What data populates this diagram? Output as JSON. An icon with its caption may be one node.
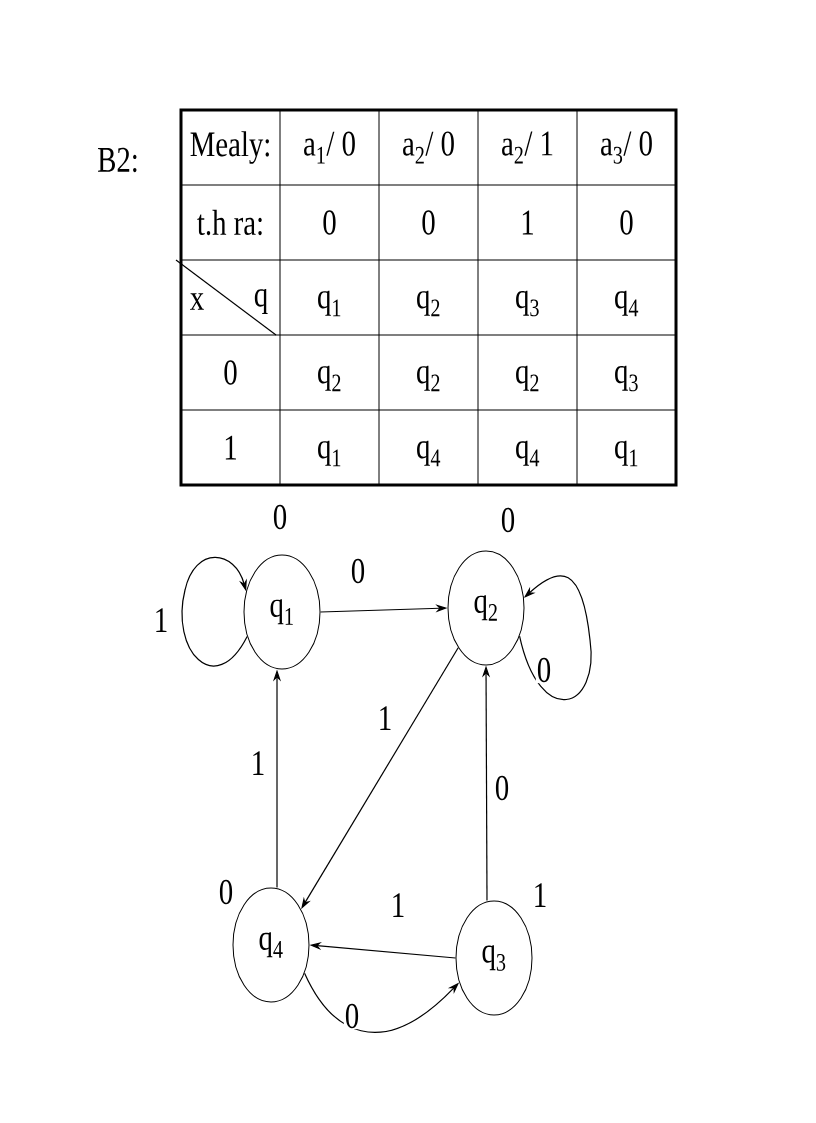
{
  "diagram": {
    "nodes": [
      {
        "text": [
          "q$_{1}$"
        ],
        "beside": [
          "0"
        ]
      },
      {
        "text": [
          "q$_{2}$"
        ],
        "beside": [
          "0"
        ]
      },
      {
        "text": [
          "q$_{4}$"
        ],
        "beside": [
          "0"
        ]
      },
      {
        "text": [
          "q$_{3}$"
        ],
        "beside": [
          "1"
        ]
      }
    ],
    "edges": [
      {
        "from": 0,
        "to": 0,
        "arrow": "to",
        "label": "1"
      },
      {
        "from": 0,
        "to": 1,
        "arrow": "to",
        "label": "0"
      },
      {
        "from": 1,
        "to": 1,
        "arrow": "to",
        "label": "0"
      },
      {
        "from": 1,
        "to": 2,
        "arrow": "to",
        "label": "1"
      },
      {
        "from": 2,
        "to": 0,
        "arrow": "to",
        "label": "1"
      },
      {
        "from": 3,
        "to": 1,
        "arrow": "to",
        "label": "0"
      },
      {
        "from": 3,
        "to": 2,
        "arrow": "to",
        "label": "1"
      },
      {
        "from": 2,
        "to": 3,
        "arrow": "to",
        "label": "0"
      }
    ],
    "labels": [
      "B2:",
      "Mealy:",
      "a$_{1}$/ 0",
      "a$_{2}$/ 0",
      "a$_{2}$/ 1",
      "a$_{3}$/ 0",
      "t.h ra:",
      "0",
      "0",
      "1",
      "0",
      "x",
      "q",
      "q$_{1}$",
      "q$_{2}$",
      "q$_{3}$",
      "q$_{4}$",
      "0",
      "q$_{2}$",
      "q$_{2}$",
      "q$_{2}$",
      "q$_{3}$",
      "1",
      "q$_{1}$",
      "q$_{4}$",
      "q$_{4}$",
      "q$_{1}$"
    ]
  }
}
